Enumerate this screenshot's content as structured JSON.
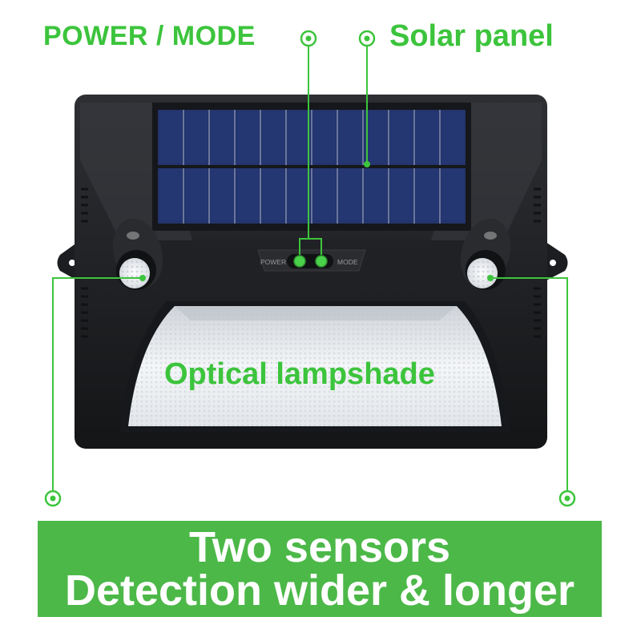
{
  "labels": {
    "power_mode": "POWER / MODE",
    "solar_panel": "Solar panel",
    "optical_lampshade": "Optical lampshade"
  },
  "device": {
    "button_power": "POWER",
    "button_mode": "MODE"
  },
  "banner": {
    "line1": "Two sensors",
    "line2": "Detection wider & longer"
  },
  "colors": {
    "accent_green": "#3cc43c",
    "banner_green": "#4cb848",
    "housing": "#1e1f22",
    "panel_blue": "#23336b"
  }
}
